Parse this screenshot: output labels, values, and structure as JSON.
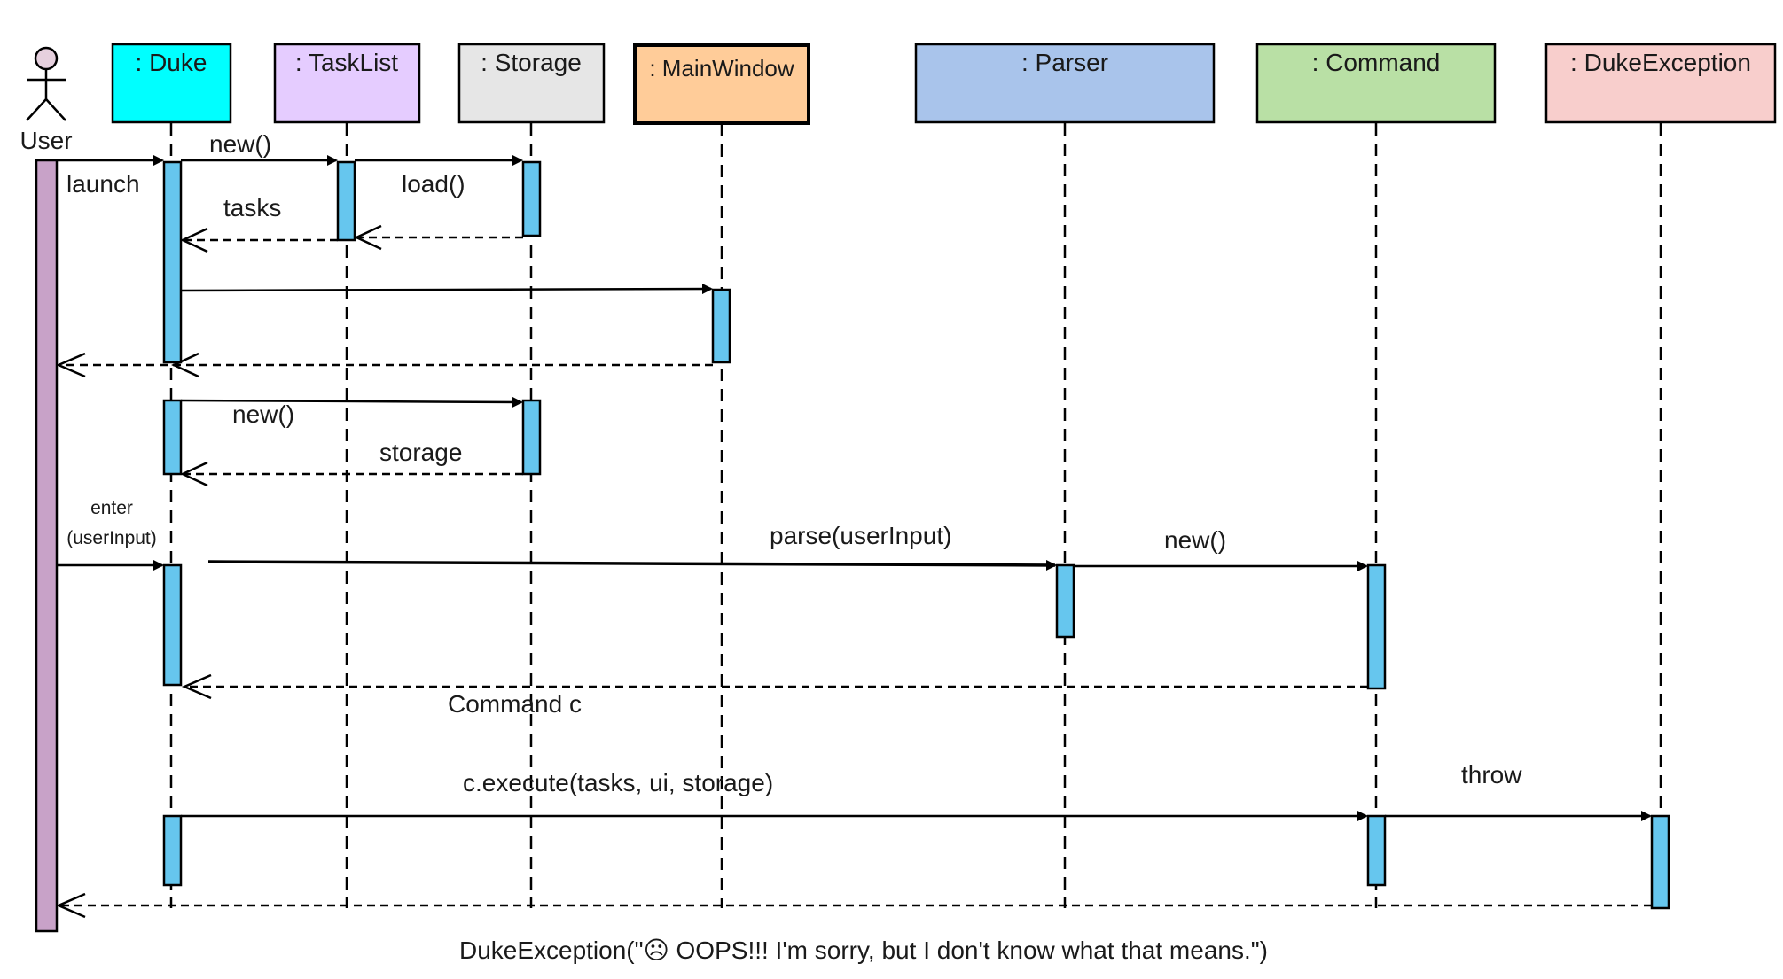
{
  "actor": {
    "label": "User"
  },
  "lifelines": [
    {
      "id": "duke",
      "label": ": Duke",
      "color": "#00ffff"
    },
    {
      "id": "tasklist",
      "label": ": TaskList",
      "color": "#e5ccff"
    },
    {
      "id": "storage",
      "label": ": Storage",
      "color": "#e6e6e6"
    },
    {
      "id": "mainwindow",
      "label": ": MainWindow",
      "color": "#ffcc99"
    },
    {
      "id": "parser",
      "label": ": Parser",
      "color": "#a9c4eb"
    },
    {
      "id": "command",
      "label": ": Command",
      "color": "#b9e0a5"
    },
    {
      "id": "dukeexception",
      "label": ": DukeException",
      "color": "#f8cecc"
    }
  ],
  "colors": {
    "activation": "#66c6ee",
    "user_activation": "#c8a2c8",
    "actor_head": "#e6d0de",
    "line": "#000000"
  },
  "messages": [
    {
      "id": "launch",
      "label": "launch",
      "from": "user",
      "to": "duke",
      "kind": "sync"
    },
    {
      "id": "new1",
      "label": "new()",
      "from": "duke",
      "to": "tasklist",
      "kind": "sync"
    },
    {
      "id": "load",
      "label": "load()",
      "from": "tasklist",
      "to": "storage",
      "kind": "sync"
    },
    {
      "id": "ret-load",
      "label": "",
      "from": "storage",
      "to": "tasklist",
      "kind": "return"
    },
    {
      "id": "tasks",
      "label": "tasks",
      "from": "tasklist",
      "to": "duke",
      "kind": "return"
    },
    {
      "id": "show",
      "label": "",
      "from": "duke",
      "to": "mainwindow",
      "kind": "sync"
    },
    {
      "id": "ret-ui",
      "label": "",
      "from": "mainwindow",
      "to": "user",
      "kind": "return"
    },
    {
      "id": "new2",
      "label": "new()",
      "from": "duke",
      "to": "storage",
      "kind": "sync"
    },
    {
      "id": "storage-ret",
      "label": "storage",
      "from": "storage",
      "to": "duke",
      "kind": "return"
    },
    {
      "id": "enter",
      "label": "enter",
      "label2": "(userInput)",
      "from": "user",
      "to": "duke",
      "kind": "sync"
    },
    {
      "id": "parse",
      "label": "parse(userInput)",
      "from": "duke",
      "to": "parser",
      "kind": "sync"
    },
    {
      "id": "new3",
      "label": "new()",
      "from": "parser",
      "to": "command",
      "kind": "sync"
    },
    {
      "id": "command-c",
      "label": "Command c",
      "from": "command",
      "to": "duke",
      "kind": "return"
    },
    {
      "id": "execute",
      "label": "c.execute(tasks, ui, storage)",
      "from": "duke",
      "to": "command",
      "kind": "sync"
    },
    {
      "id": "throw",
      "label": "throw",
      "from": "command",
      "to": "dukeexception",
      "kind": "sync"
    },
    {
      "id": "exc-ret",
      "label": "DukeException(\"☹ OOPS!!! I'm sorry, but I don't know what that means.\")",
      "from": "dukeexception",
      "to": "user",
      "kind": "return"
    }
  ]
}
